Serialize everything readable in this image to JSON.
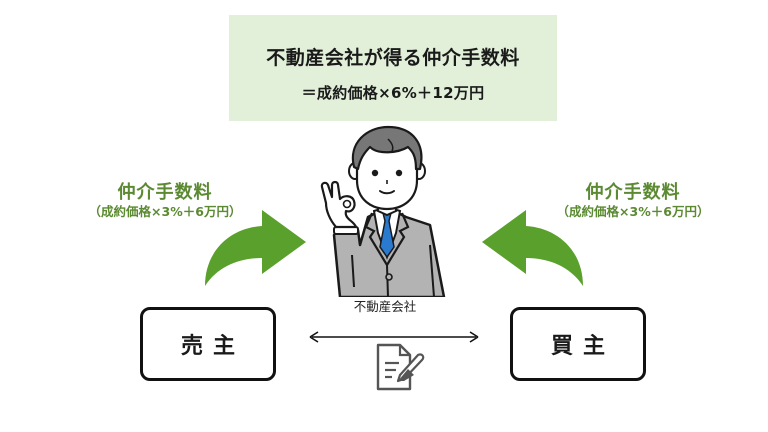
{
  "formula": {
    "title": "不動産会社が得る仲介手数料",
    "expression": "＝成約価格×6%＋12万円",
    "background_color": "#e2efd9"
  },
  "seller_fee": {
    "title": "仲介手数料",
    "detail": "（成約価格×3%＋6万円）",
    "color": "#5b8a32"
  },
  "buyer_fee": {
    "title": "仲介手数料",
    "detail": "（成約価格×3%＋6万円）",
    "color": "#5b8a32"
  },
  "agent": {
    "label": "不動産会社",
    "icon": "businessman-ok-gesture-icon",
    "tie_color": "#2a7bd0",
    "suit_color": "#b3b3b3"
  },
  "parties": {
    "seller": "売主",
    "buyer": "買主"
  },
  "arrows": {
    "color": "#5aa02c",
    "left": "curved-arrow-right-icon",
    "right": "curved-arrow-left-icon",
    "contract": "double-headed-arrow-icon"
  },
  "contract": {
    "icon": "document-signing-icon"
  }
}
